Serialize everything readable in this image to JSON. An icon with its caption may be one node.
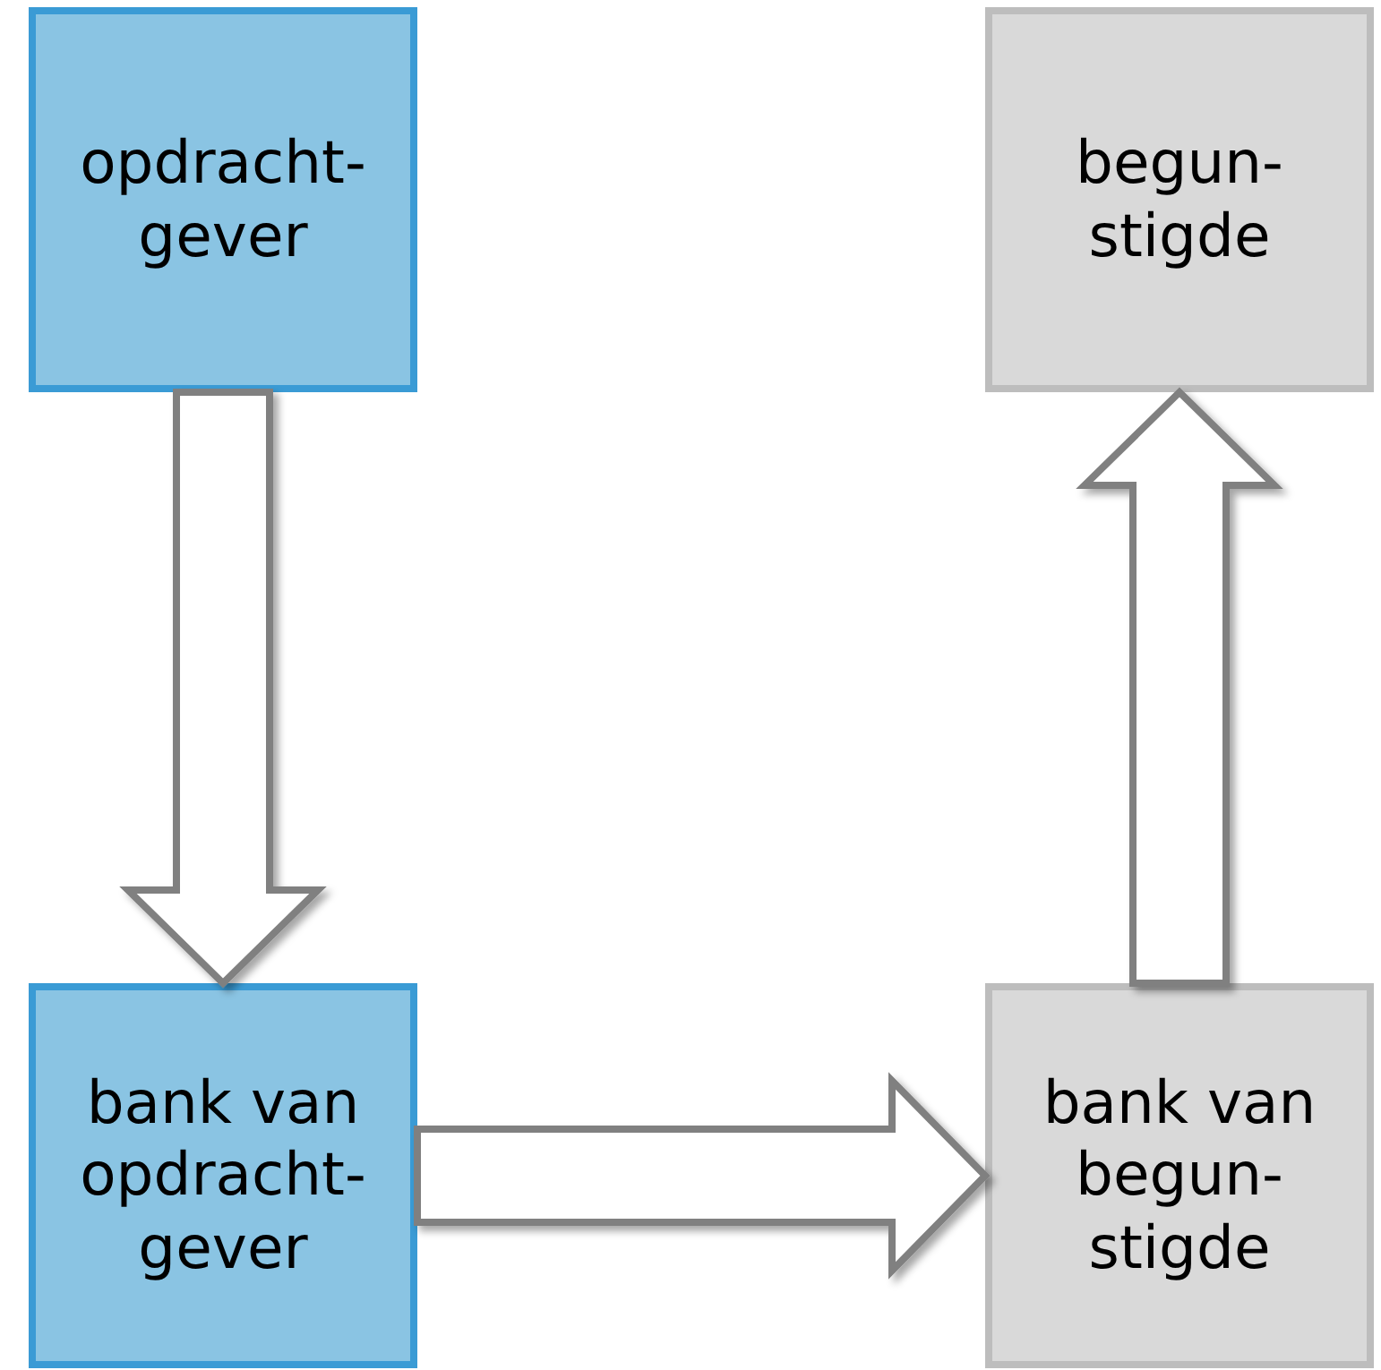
{
  "diagram": {
    "nodes": [
      {
        "text": [
          "opdracht- gever"
        ]
      },
      {
        "text": [
          "begun- stigde"
        ]
      },
      {
        "text": [
          "bank van opdracht- gever"
        ]
      },
      {
        "text": [
          "bank van begun- stigde"
        ]
      }
    ],
    "edges": [
      {
        "from": 0,
        "to": 2,
        "arrow": "to"
      },
      {
        "from": 2,
        "to": 3,
        "arrow": "to"
      },
      {
        "from": 3,
        "to": 1,
        "arrow": "to"
      }
    ]
  }
}
